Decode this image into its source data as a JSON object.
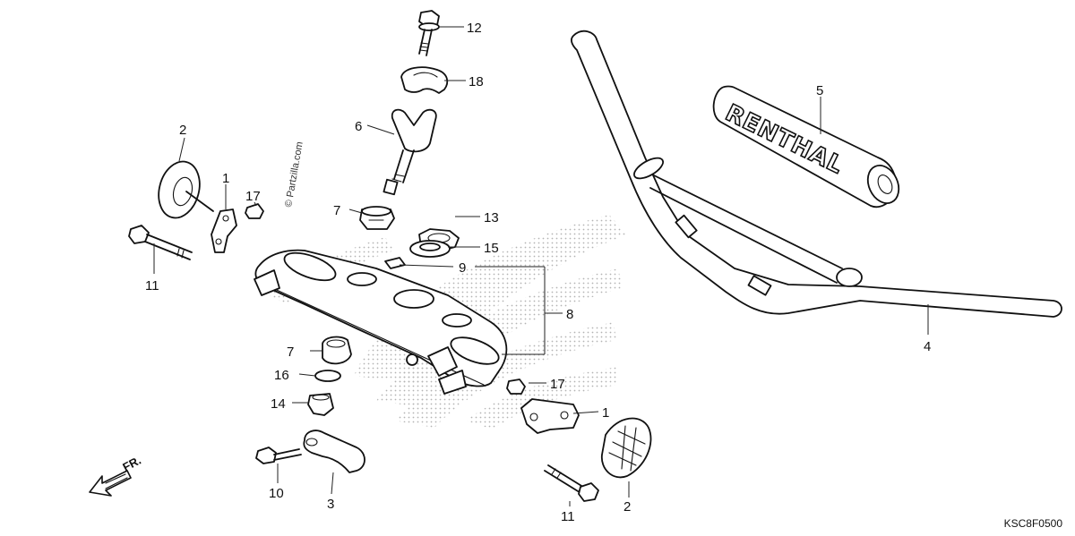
{
  "diagram": {
    "watermark": "© Partzilla.com",
    "diagram_code": "KSC8F0500",
    "front_direction_label": "FR.",
    "grip_brand_text": "RENTHAL",
    "callouts": {
      "c1a": "1",
      "c1b": "1",
      "c2a": "2",
      "c2b": "2",
      "c3": "3",
      "c4": "4",
      "c5": "5",
      "c6": "6",
      "c7a": "7",
      "c7b": "7",
      "c8": "8",
      "c9": "9",
      "c10": "10",
      "c11a": "11",
      "c11b": "11",
      "c12": "12",
      "c13": "13",
      "c14": "14",
      "c15": "15",
      "c16": "16",
      "c17a": "17",
      "c17b": "17",
      "c18": "18"
    }
  }
}
